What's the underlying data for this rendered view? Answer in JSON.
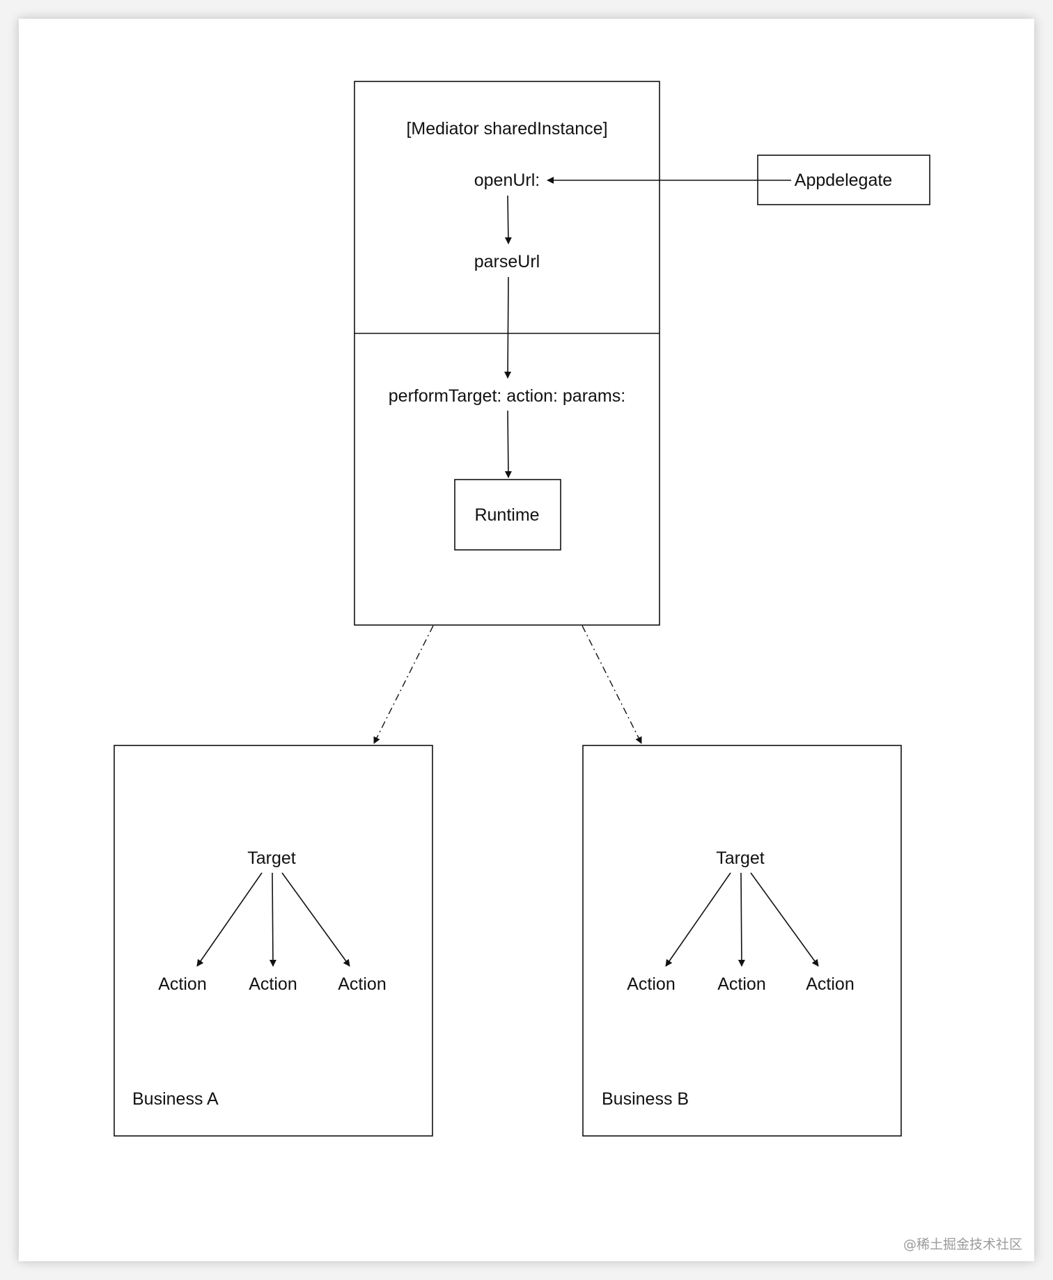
{
  "mediator": {
    "title": "[Mediator sharedInstance]",
    "open_url": "openUrl:",
    "parse_url": "parseUrl",
    "perform": "performTarget: action: params:",
    "runtime": "Runtime"
  },
  "appdelegate": {
    "label": "Appdelegate"
  },
  "business_a": {
    "name": "Business A",
    "target": "Target",
    "actions": [
      "Action",
      "Action",
      "Action"
    ]
  },
  "business_b": {
    "name": "Business B",
    "target": "Target",
    "actions": [
      "Action",
      "Action",
      "Action"
    ]
  },
  "watermark": "@稀土掘金技术社区",
  "colors": {
    "line": "#111111",
    "background": "#ffffff",
    "page": "#f3f3f3",
    "watermark": "#9a9a9a"
  }
}
